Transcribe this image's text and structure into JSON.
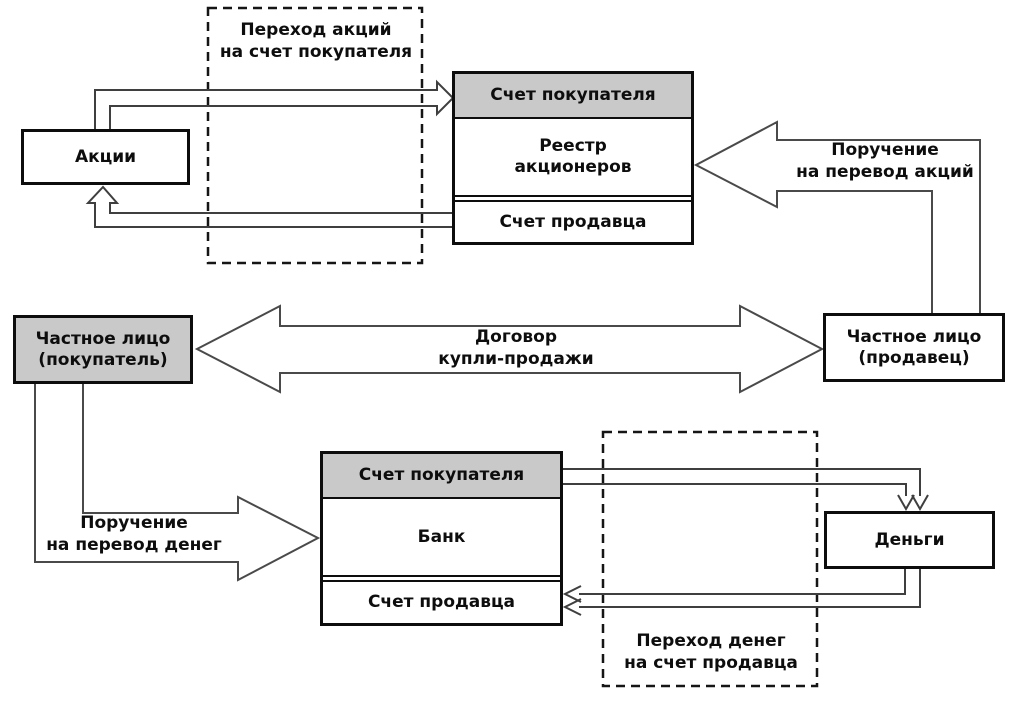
{
  "boxes": {
    "shares": {
      "label": "Акции"
    },
    "registry": {
      "header": "Счет покупателя",
      "body": "Реестр\nакционеров",
      "footer": "Счет продавца"
    },
    "buyer": {
      "label": "Частное лицо\n(покупатель)"
    },
    "seller": {
      "label": "Частное лицо\n(продавец)"
    },
    "bank": {
      "header": "Счет покупателя",
      "body": "Банк",
      "footer": "Счет продавца"
    },
    "money": {
      "label": "Деньги"
    }
  },
  "annotations": {
    "shares_transfer": "Переход акций\nна счет покупателя",
    "shares_order": "Поручение\nна перевод акций",
    "contract": "Договор\nкупли-продажи",
    "money_order": "Поручение\nна перевод денег",
    "money_transfer": "Переход денег\nна счет продавца"
  },
  "colors": {
    "background": "#ffffff",
    "box_border": "#0d0d0d",
    "gray_fill": "#c9c9c9",
    "arrow_line": "#3f3f3f",
    "dashed_line": "#151515"
  }
}
